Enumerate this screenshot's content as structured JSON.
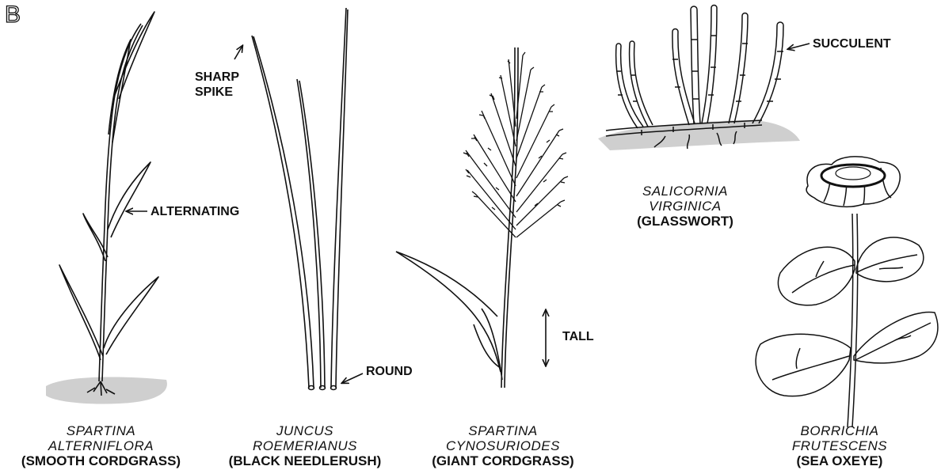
{
  "panel_label": "B",
  "annotations": {
    "alternating": "ALTERNATING",
    "sharp_spike_1": "SHARP",
    "sharp_spike_2": "SPIKE",
    "round": "ROUND",
    "tall": "TALL",
    "succulent": "SUCCULENT"
  },
  "plants": [
    {
      "sci_1": "SPARTINA",
      "sci_2": "ALTERNIFLORA",
      "common": "(SMOOTH CORDGRASS)"
    },
    {
      "sci_1": "JUNCUS",
      "sci_2": "ROEMERIANUS",
      "common": "(BLACK NEEDLERUSH)"
    },
    {
      "sci_1": "SPARTINA",
      "sci_2": "CYNOSURIODES",
      "common": "(GIANT  CORDGRASS)"
    },
    {
      "sci_1": "SALICORNIA",
      "sci_2": "VIRGINICA",
      "common": "(GLASSWORT)"
    },
    {
      "sci_1": "BORRICHIA",
      "sci_2": "FRUTESCENS",
      "common": "(SEA OXEYE)"
    }
  ]
}
